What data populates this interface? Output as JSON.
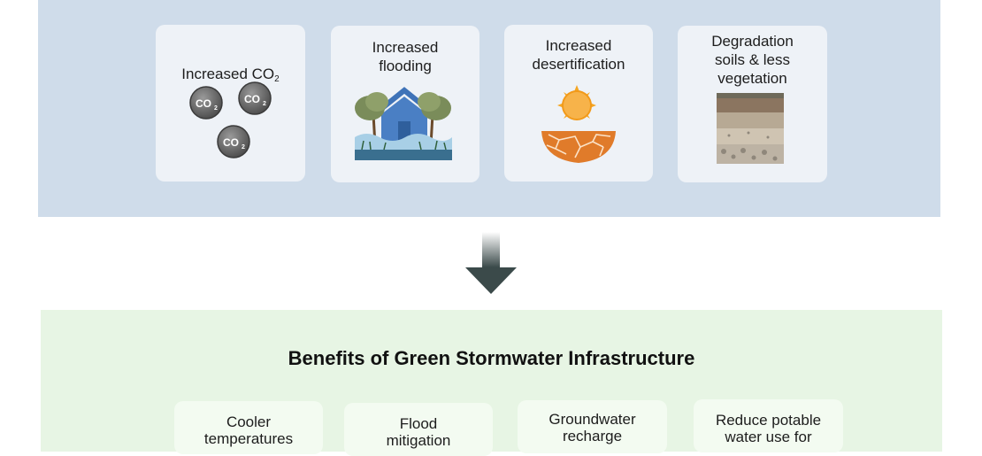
{
  "problems": {
    "cards": [
      {
        "label": "Increased CO",
        "sub": "2",
        "icon": "co2-bubbles-icon",
        "bubble_text": "CO",
        "bubble_sub": "2"
      },
      {
        "label": "Increased\nflooding",
        "icon": "flooded-house-icon"
      },
      {
        "label": "Increased\ndesertification",
        "icon": "sun-cracked-earth-icon"
      },
      {
        "label": "Degradation\nsoils & less\nvegetation",
        "icon": "soil-layers-icon"
      }
    ]
  },
  "benefits": {
    "title": "Benefits of Green Stormwater Infrastructure",
    "cards": [
      {
        "label": "Cooler\ntemperatures"
      },
      {
        "label": "Flood\nmitigation"
      },
      {
        "label": "Groundwater\nrecharge"
      },
      {
        "label": "Reduce potable\nwater use for"
      }
    ]
  },
  "colors": {
    "top_panel": "#cfdcea",
    "bottom_panel": "#e7f5e4",
    "arrow": "#3b4a4a",
    "sun": "#f5a623",
    "earth": "#e07b2a"
  }
}
